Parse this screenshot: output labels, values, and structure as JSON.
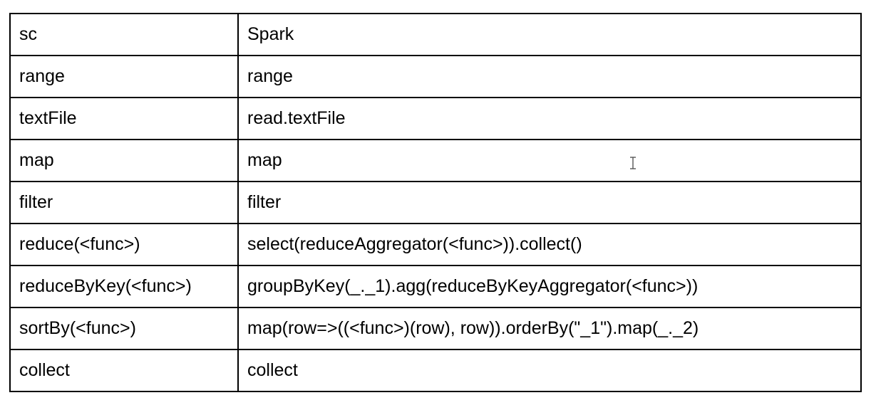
{
  "table": {
    "rows": [
      {
        "rdd": "sc",
        "spark": "Spark"
      },
      {
        "rdd": "range",
        "spark": "range"
      },
      {
        "rdd": "textFile",
        "spark": "read.textFile"
      },
      {
        "rdd": "map",
        "spark": "map"
      },
      {
        "rdd": "filter",
        "spark": "filter"
      },
      {
        "rdd": "reduce(<func>)",
        "spark": "select(reduceAggregator(<func>)).collect()"
      },
      {
        "rdd": "reduceByKey(<func>)",
        "spark": "groupByKey(_._1).agg(reduceByKeyAggregator(<func>))"
      },
      {
        "rdd": "sortBy(<func>)",
        "spark": "map(row=>((<func>)(row), row)).orderBy(\"_1\").map(_._2)"
      },
      {
        "rdd": "collect",
        "spark": "collect"
      }
    ]
  },
  "cursor": {
    "icon": "text-cursor-icon"
  }
}
